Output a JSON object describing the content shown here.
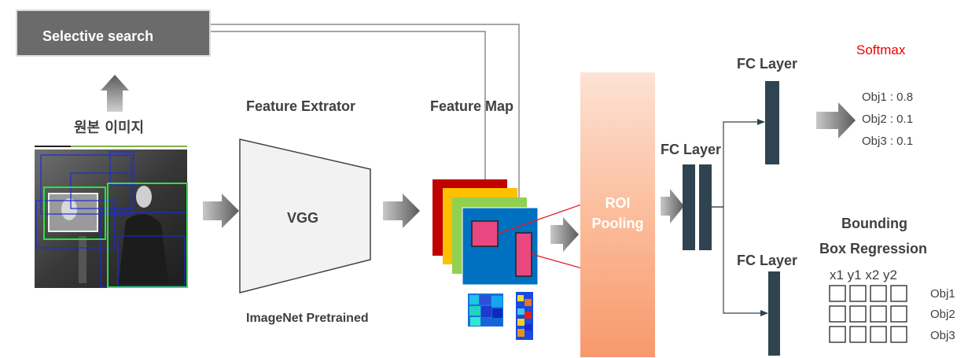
{
  "labels": {
    "selective_search": "Selective search",
    "original_image": "원본 이미지",
    "feature_extractor": "Feature Extrator",
    "vgg": "VGG",
    "imagenet": "ImageNet Pretrained",
    "feature_map": "Feature Map",
    "roi_line1": "ROI",
    "roi_line2": "Pooling",
    "fc_layer_mid": "FC Layer",
    "fc_layer_top": "FC Layer",
    "fc_layer_bottom": "FC Layer",
    "softmax": "Softmax",
    "bbox_line1": "Bounding",
    "bbox_line2": "Box Regression",
    "coords": "x1 y1 x2 y2"
  },
  "softmax_outputs": [
    "Obj1 : 0.8",
    "Obj2 : 0.1",
    "Obj3 : 0.1"
  ],
  "bbox_rows": [
    "Obj1",
    "Obj2",
    "Obj3"
  ],
  "colors": {
    "dark_box": "#6b6b6b",
    "fc_block": "#2f4450",
    "arrow": "#5f5f5f",
    "roi_arrow": "#e8161c",
    "softmax_text": "#ee0000",
    "fm_red": "#c00000",
    "fm_orange": "#ffc000",
    "fm_green": "#92d050",
    "fm_blue": "#0070c0",
    "roi_box": "#e8487f"
  }
}
